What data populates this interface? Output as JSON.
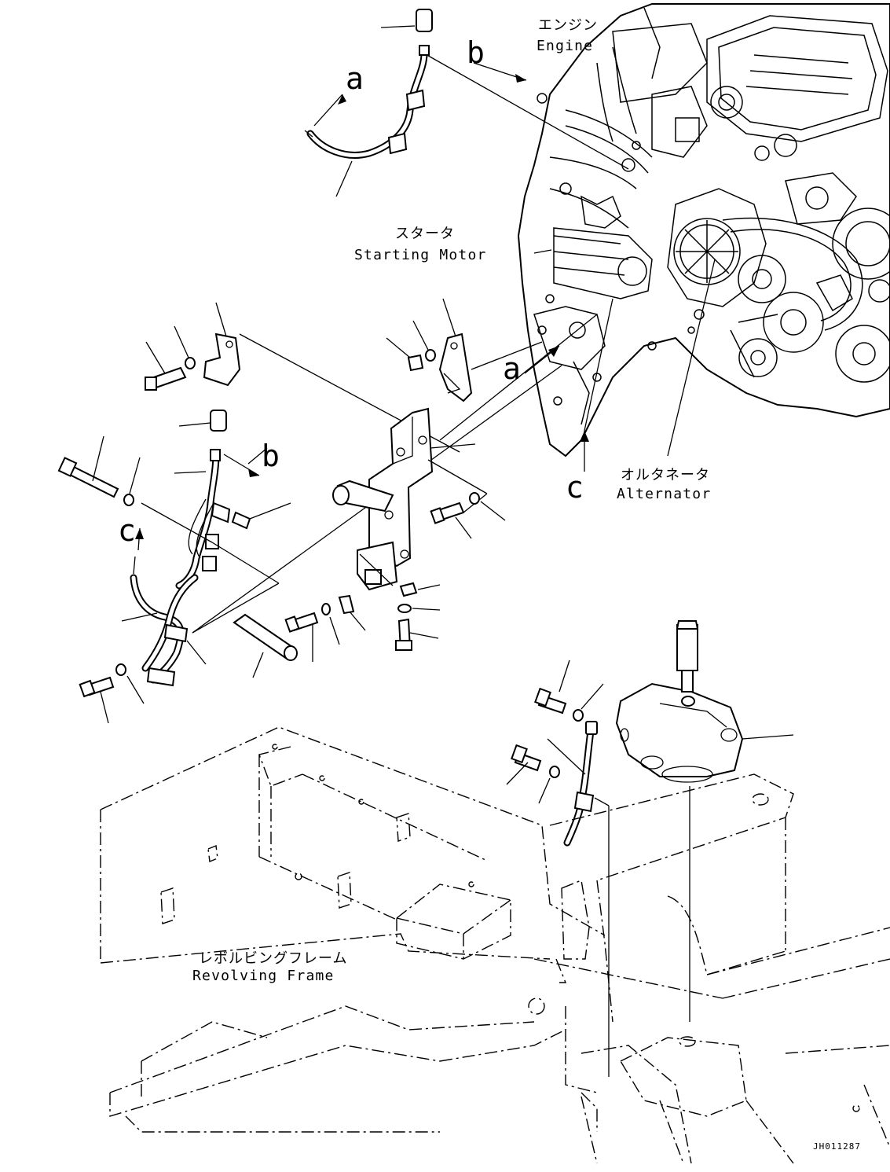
{
  "labels": {
    "engine_jp": "エンジン",
    "engine_en": "Engine",
    "starter_jp": "スタータ",
    "starter_en": "Starting Motor",
    "alternator_jp": "オルタネータ",
    "alternator_en": "Alternator",
    "frame_jp": "レボルビングフレーム",
    "frame_en": "Revolving Frame"
  },
  "references": {
    "a_top": "a",
    "b_top": "b",
    "a_mid": "a",
    "b_mid": "b",
    "c_left": "c",
    "c_right": "c"
  },
  "drawing_code": "JH011287"
}
